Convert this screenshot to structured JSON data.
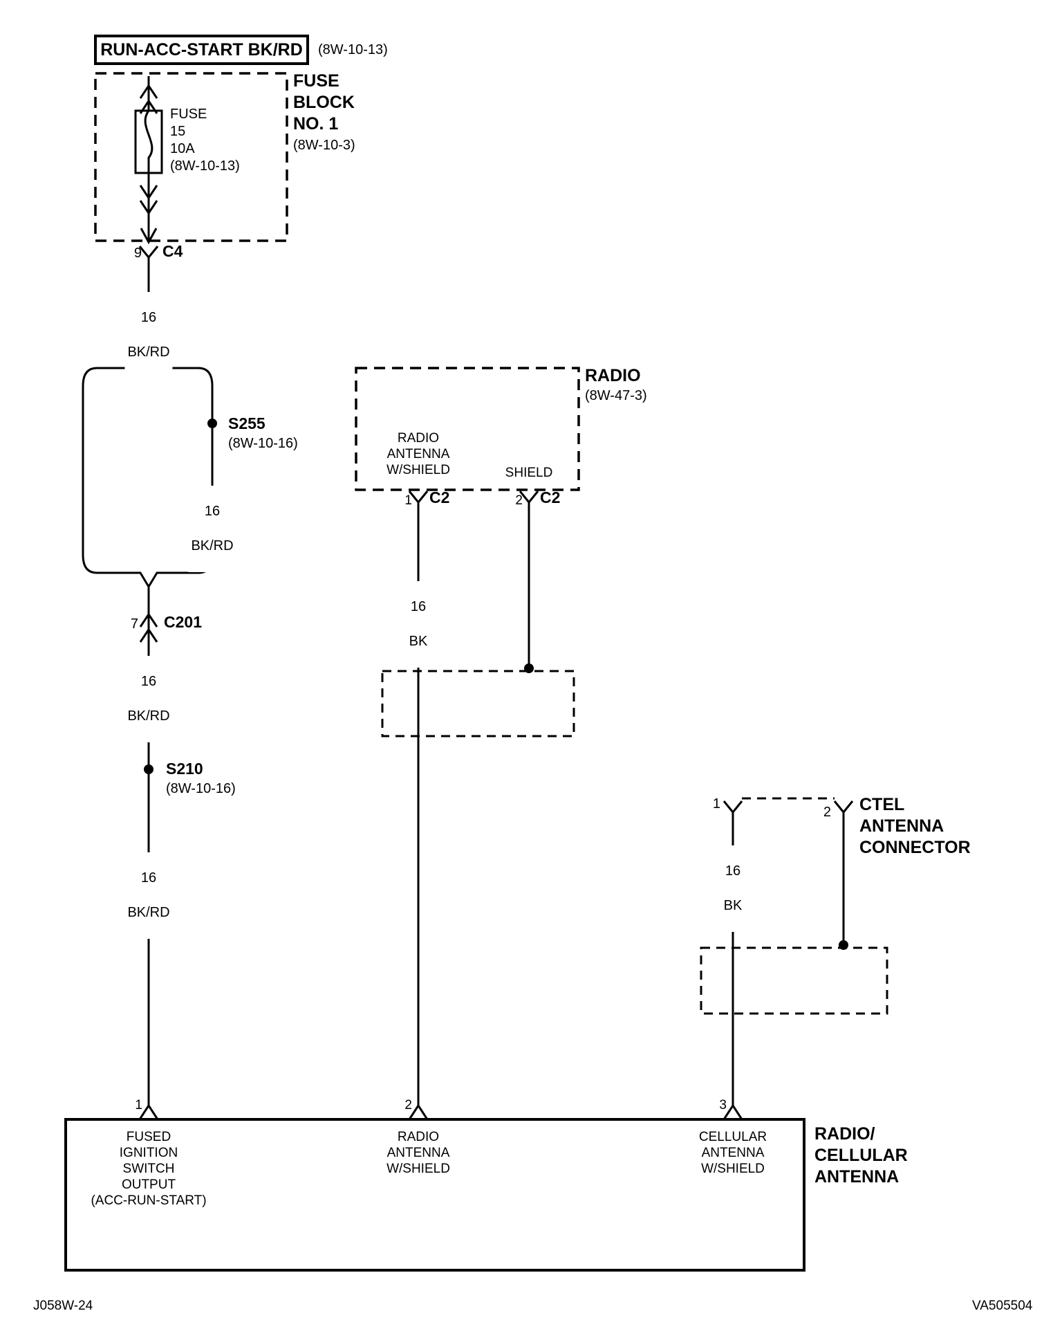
{
  "diagram": {
    "footer_left": "J058W-24",
    "footer_right": "VA505504"
  },
  "power_source": {
    "label": "RUN-ACC-START BK/RD",
    "ref": "(8W-10-13)"
  },
  "fuse_block": {
    "name": "FUSE\nBLOCK\nNO. 1",
    "ref": "(8W-10-3)",
    "fuse_label": "FUSE\n15\n10A\n(8W-10-13)"
  },
  "connector_c4": {
    "pin": "9",
    "name": "C4"
  },
  "wire_ignition_1": {
    "gauge": "16",
    "color": "BK/RD"
  },
  "splice_s255": {
    "name": "S255",
    "ref": "(8W-10-16)"
  },
  "wire_ignition_2": {
    "gauge": "16",
    "color": "BK/RD"
  },
  "connector_c201": {
    "pin": "7",
    "name": "C201"
  },
  "wire_ignition_3": {
    "gauge": "16",
    "color": "BK/RD"
  },
  "splice_s210": {
    "name": "S210",
    "ref": "(8W-10-16)"
  },
  "wire_ignition_4": {
    "gauge": "16",
    "color": "BK/RD"
  },
  "radio": {
    "name": "RADIO",
    "ref": "(8W-47-3)",
    "pin1": "1",
    "pin1_conn": "C2",
    "pin1_label": "RADIO\nANTENNA\nW/SHIELD",
    "pin2": "2",
    "pin2_conn": "C2",
    "pin2_label": "SHIELD"
  },
  "wire_radio_antenna": {
    "gauge": "16",
    "color": "BK"
  },
  "ctel_connector": {
    "name": "CTEL\nANTENNA\nCONNECTOR",
    "pin1": "1",
    "pin2": "2"
  },
  "wire_cellular_antenna": {
    "gauge": "16",
    "color": "BK"
  },
  "antenna_module": {
    "name": "RADIO/\nCELLULAR\nANTENNA",
    "pin1": "1",
    "pin1_label": "FUSED\nIGNITION\nSWITCH\nOUTPUT\n(ACC-RUN-START)",
    "pin2": "2",
    "pin2_label": "RADIO\nANTENNA\nW/SHIELD",
    "pin3": "3",
    "pin3_label": "CELLULAR\nANTENNA\nW/SHIELD"
  }
}
